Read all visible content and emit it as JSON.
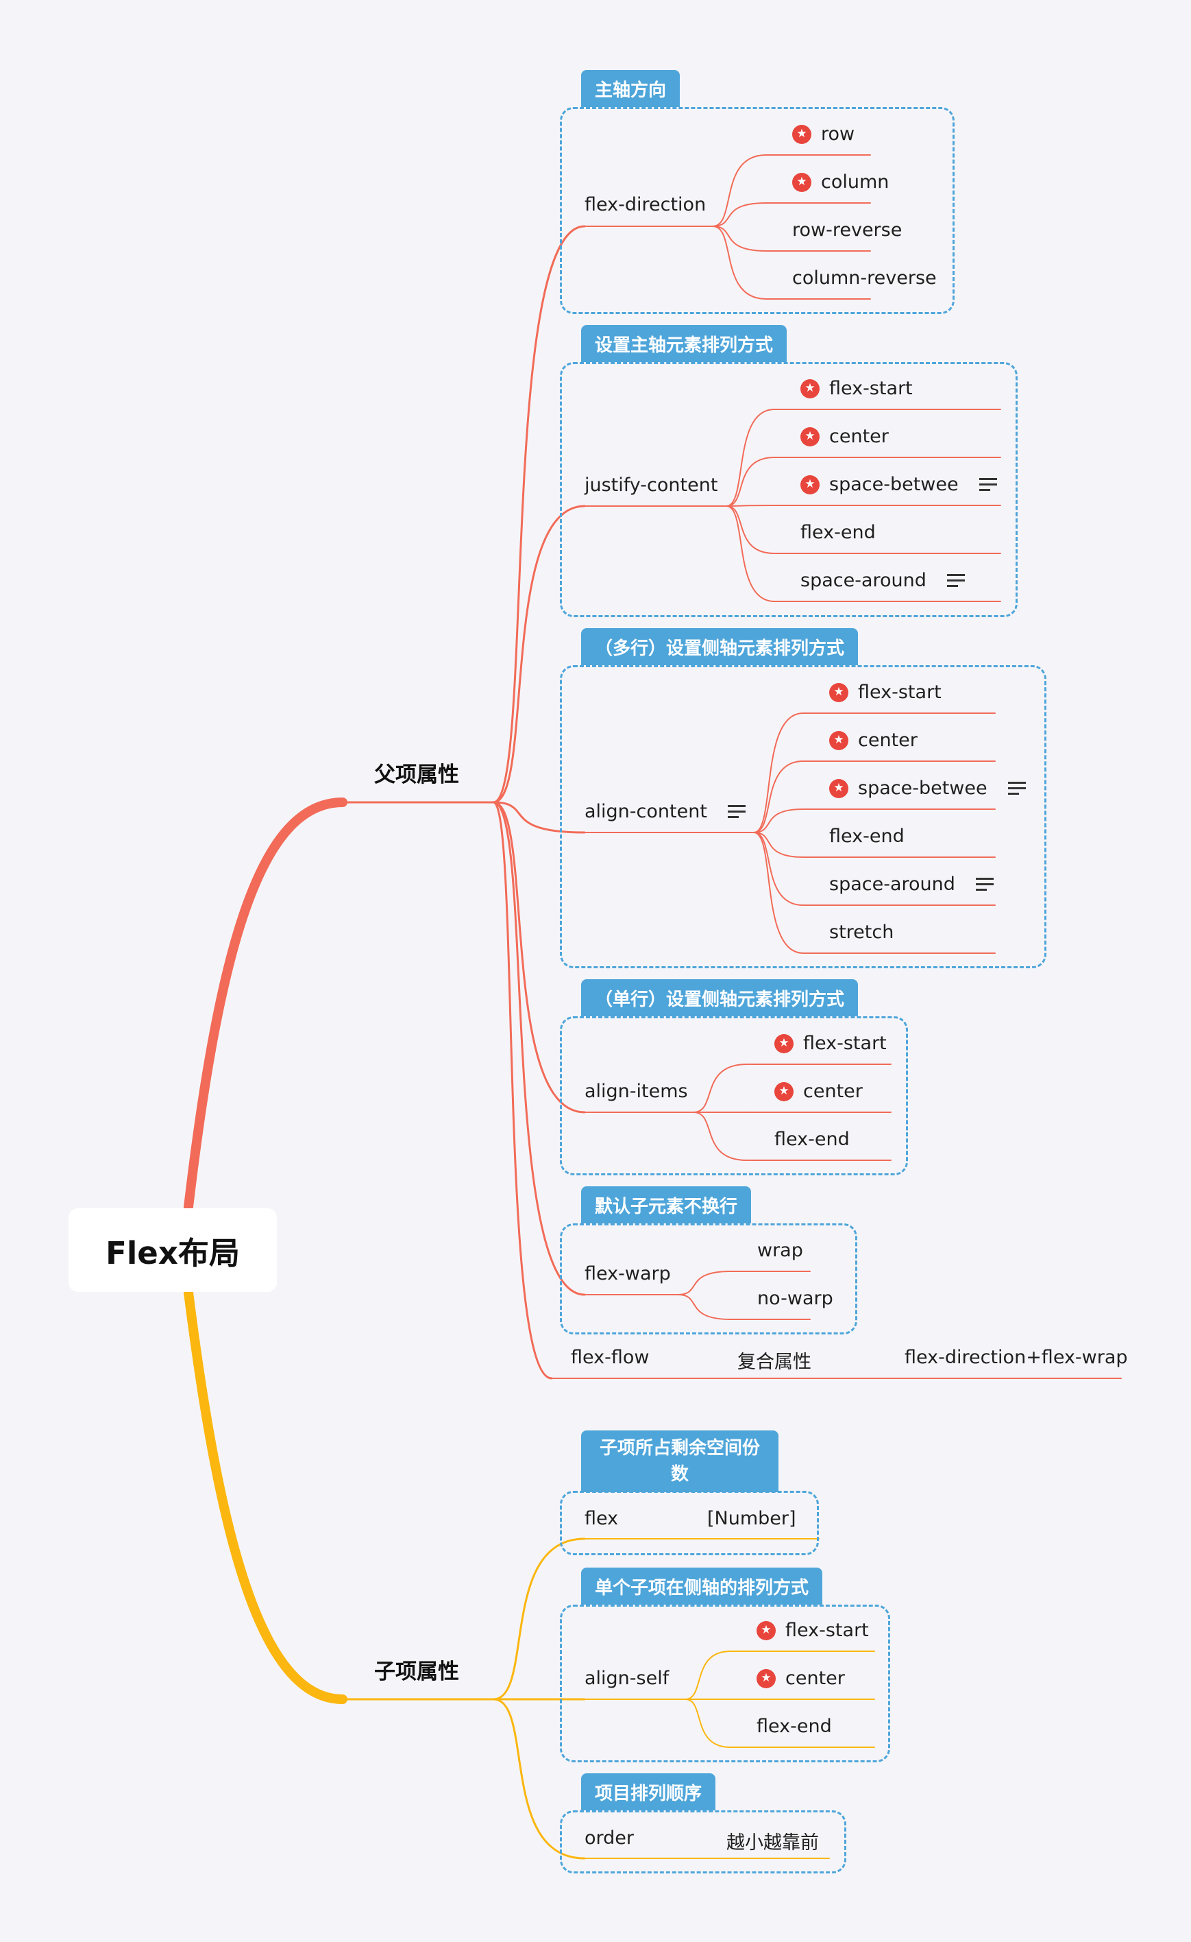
{
  "root": {
    "title": "Flex布局"
  },
  "colors": {
    "parent_branch": "#f26b58",
    "child_branch": "#fbb60f",
    "label_bg": "#4ea5da",
    "star": "#e8453c",
    "background": "#f5f5f9"
  },
  "parent": {
    "title": "父项属性",
    "groups": [
      {
        "label": "主轴方向",
        "prop": "flex-direction",
        "items": [
          {
            "text": "row",
            "star": true
          },
          {
            "text": "column",
            "star": true
          },
          {
            "text": "row-reverse"
          },
          {
            "text": "column-reverse"
          }
        ]
      },
      {
        "label": "设置主轴元素排列方式",
        "prop": "justify-content",
        "items": [
          {
            "text": "flex-start",
            "star": true
          },
          {
            "text": "center",
            "star": true
          },
          {
            "text": "space-betwee",
            "star": true,
            "note": true
          },
          {
            "text": "flex-end"
          },
          {
            "text": "space-around",
            "note": true
          }
        ]
      },
      {
        "label": "（多行）设置侧轴元素排列方式",
        "prop": "align-content",
        "prop_note": true,
        "items": [
          {
            "text": "flex-start",
            "star": true
          },
          {
            "text": "center",
            "star": true
          },
          {
            "text": "space-betwee",
            "star": true,
            "note": true
          },
          {
            "text": "flex-end"
          },
          {
            "text": "space-around",
            "note": true
          },
          {
            "text": "stretch"
          }
        ]
      },
      {
        "label": "（单行）设置侧轴元素排列方式",
        "prop": "align-items",
        "items": [
          {
            "text": "flex-start",
            "star": true
          },
          {
            "text": "center",
            "star": true
          },
          {
            "text": "flex-end"
          }
        ]
      },
      {
        "label": "默认子元素不换行",
        "prop": "flex-warp",
        "items": [
          {
            "text": "wrap"
          },
          {
            "text": "no-warp"
          }
        ]
      }
    ],
    "flex_flow": {
      "prop": "flex-flow",
      "desc": "复合属性",
      "value": "flex-direction+flex-wrap"
    }
  },
  "child": {
    "title": "子项属性",
    "groups": [
      {
        "label": "子项所占剩余空间份数",
        "prop": "flex",
        "value": "[Number]"
      },
      {
        "label": "单个子项在侧轴的排列方式",
        "prop": "align-self",
        "items": [
          {
            "text": "flex-start",
            "star": true
          },
          {
            "text": "center",
            "star": true
          },
          {
            "text": "flex-end"
          }
        ]
      },
      {
        "label": "项目排列顺序",
        "prop": "order",
        "value": "越小越靠前"
      }
    ]
  }
}
